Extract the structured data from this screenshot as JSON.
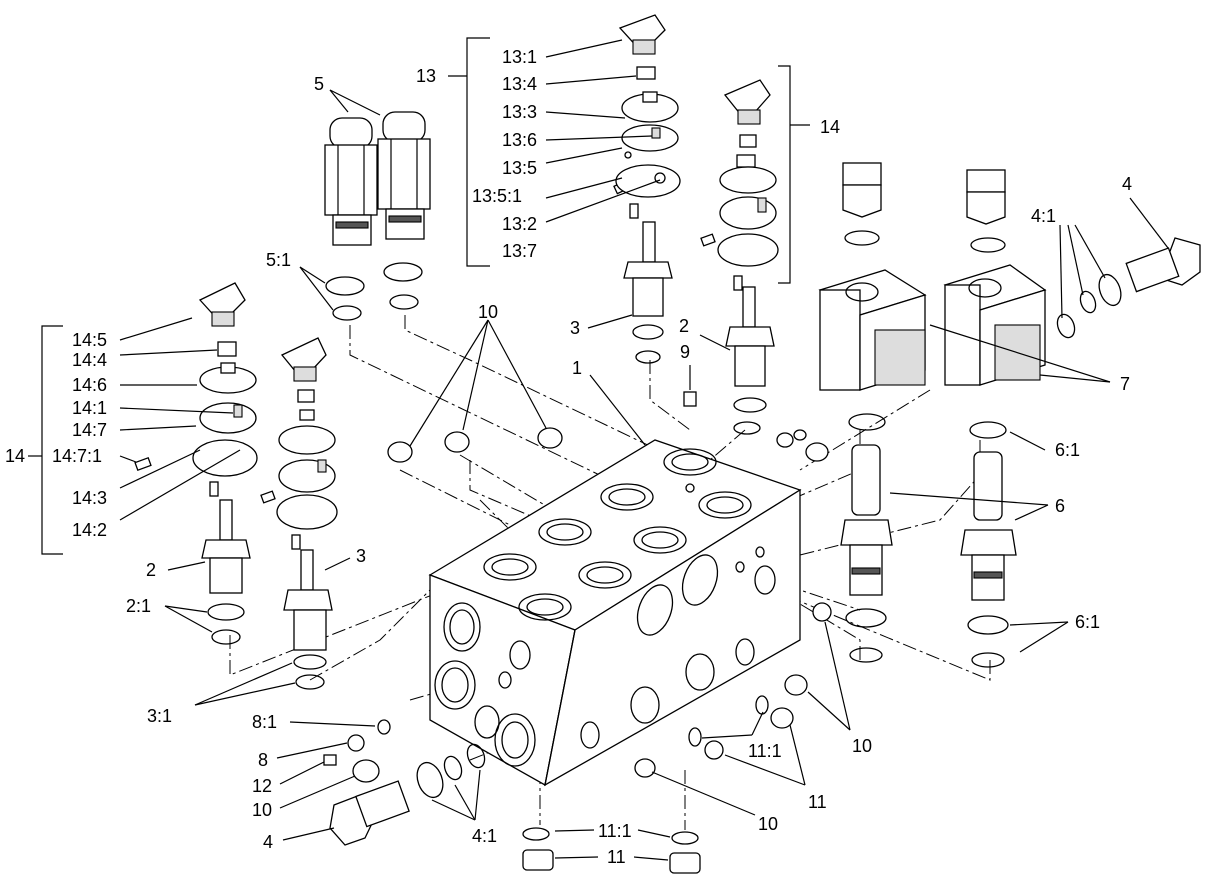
{
  "labels": {
    "l1": "1",
    "l2a": "2",
    "l2b": "2",
    "l2c": "2:1",
    "l3a": "3",
    "l3b": "3",
    "l3c": "3:1",
    "l4a": "4",
    "l4b": "4",
    "l4c": "4:1",
    "l4d": "4:1",
    "l5": "5",
    "l5a": "5:1",
    "l6": "6",
    "l6a": "6:1",
    "l6b": "6:1",
    "l7": "7",
    "l8": "8",
    "l8a": "8:1",
    "l9": "9",
    "l10a": "10",
    "l10b": "10",
    "l10c": "10",
    "l10d": "10",
    "l11a": "11",
    "l11b": "11",
    "l11c": "11:1",
    "l11d": "11:1",
    "l12": "12",
    "l13": "13",
    "l13_1": "13:1",
    "l13_4": "13:4",
    "l13_3": "13:3",
    "l13_6": "13:6",
    "l13_5": "13:5",
    "l13_5_1": "13:5:1",
    "l13_2": "13:2",
    "l13_7": "13:7",
    "l14a": "14",
    "l14b": "14",
    "l14_5": "14:5",
    "l14_4": "14:4",
    "l14_6": "14:6",
    "l14_1": "14:1",
    "l14_7": "14:7",
    "l14_7_1": "14:7:1",
    "l14_3": "14:3",
    "l14_2": "14:2"
  },
  "icons": {
    "manifold": "valve-manifold-block-icon",
    "cartridge": "cartridge-valve-icon",
    "solenoid": "solenoid-coil-icon",
    "knob": "t-handle-knob-icon",
    "plug": "plug-icon",
    "oring": "o-ring-icon"
  },
  "colors": {
    "line": "#000000",
    "background": "#ffffff",
    "shade": "#dddddd"
  }
}
